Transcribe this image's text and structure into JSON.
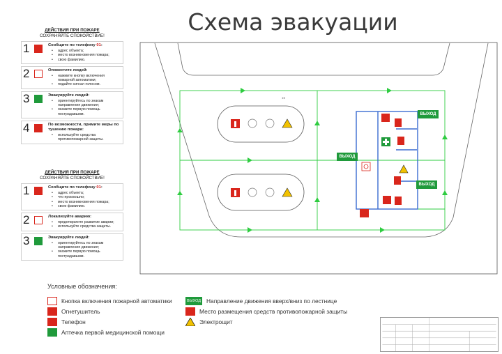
{
  "title": "Схема эвакуации",
  "panel1": {
    "heading": "ДЕЙСТВИЯ ПРИ ПОЖАРЕ",
    "subheading": "СОХРАНЯЙТЕ СПОКОЙСТВИЕ!",
    "steps": [
      {
        "num": "1",
        "title_pre": "Сообщите по телефону ",
        "title_red": "01",
        "title_post": ":",
        "icon": "phone-icon",
        "items": [
          "адрес объекта;",
          "место возникновения пожара;",
          "свою фамилию."
        ]
      },
      {
        "num": "2",
        "title_pre": "Оповестите людей:",
        "title_red": "",
        "title_post": "",
        "icon": "alarm-button-icon",
        "items": [
          "нажмите кнопку включения пожарной автоматики;",
          "подайте сигнал голосом."
        ]
      },
      {
        "num": "3",
        "title_pre": "Эвакуируйте людей:",
        "title_red": "",
        "title_post": "",
        "icon": "evacuation-icon",
        "items": [
          "ориентируйтесь по знакам направления движения;",
          "окажите первую помощь пострадавшим."
        ]
      },
      {
        "num": "4",
        "title_pre": "По возможности, примите меры по тушению пожара:",
        "title_red": "",
        "title_post": "",
        "icon": "extinguisher-icon",
        "items": [
          "используйте средства противопожарной защиты."
        ]
      }
    ]
  },
  "panel2": {
    "heading": "ДЕЙСТВИЯ ПРИ ПОЖАРЕ",
    "subheading": "СОХРАНЯЙТЕ СПОКОЙСТВИЕ!",
    "steps": [
      {
        "num": "1",
        "title_pre": "Сообщите по телефону ",
        "title_red": "01",
        "title_post": ":",
        "icon": "phone-icon",
        "items": [
          "адрес объекта;",
          "что произошло;",
          "место возникновения пожара;",
          "свою фамилию."
        ]
      },
      {
        "num": "2",
        "title_pre": "Локализуйте аварию:",
        "title_red": "",
        "title_post": "",
        "icon": "alarm-button-icon",
        "items": [
          "предотвратите развитие аварии;",
          "используйте средства защиты."
        ]
      },
      {
        "num": "3",
        "title_pre": "Эвакуируйте людей:",
        "title_red": "",
        "title_post": "",
        "icon": "evacuation-icon",
        "items": [
          "ориентируйтесь по знакам направления движения;",
          "окажите первую помощь пострадавшим."
        ]
      }
    ]
  },
  "legend": {
    "title": "Условные обозначения:",
    "items": {
      "button": "Кнопка включения пожарной автоматики",
      "extinguisher": "Огнетушитель",
      "phone": "Телефон",
      "firstaid": "Аптечка первой медицинской помощи",
      "exit": "Направление движения вверх/вниз по лестнице",
      "fireequip": "Место размещения средств противопожарной защиты",
      "electric": "Электрощит"
    },
    "exit_label": "ВЫХОД"
  },
  "map": {
    "exit_label": "ВЫХОД",
    "small_label": "15"
  },
  "colors": {
    "red": "#d9261c",
    "green": "#1f9a3b",
    "route": "#2ecc40",
    "yellow": "#f2c200"
  }
}
